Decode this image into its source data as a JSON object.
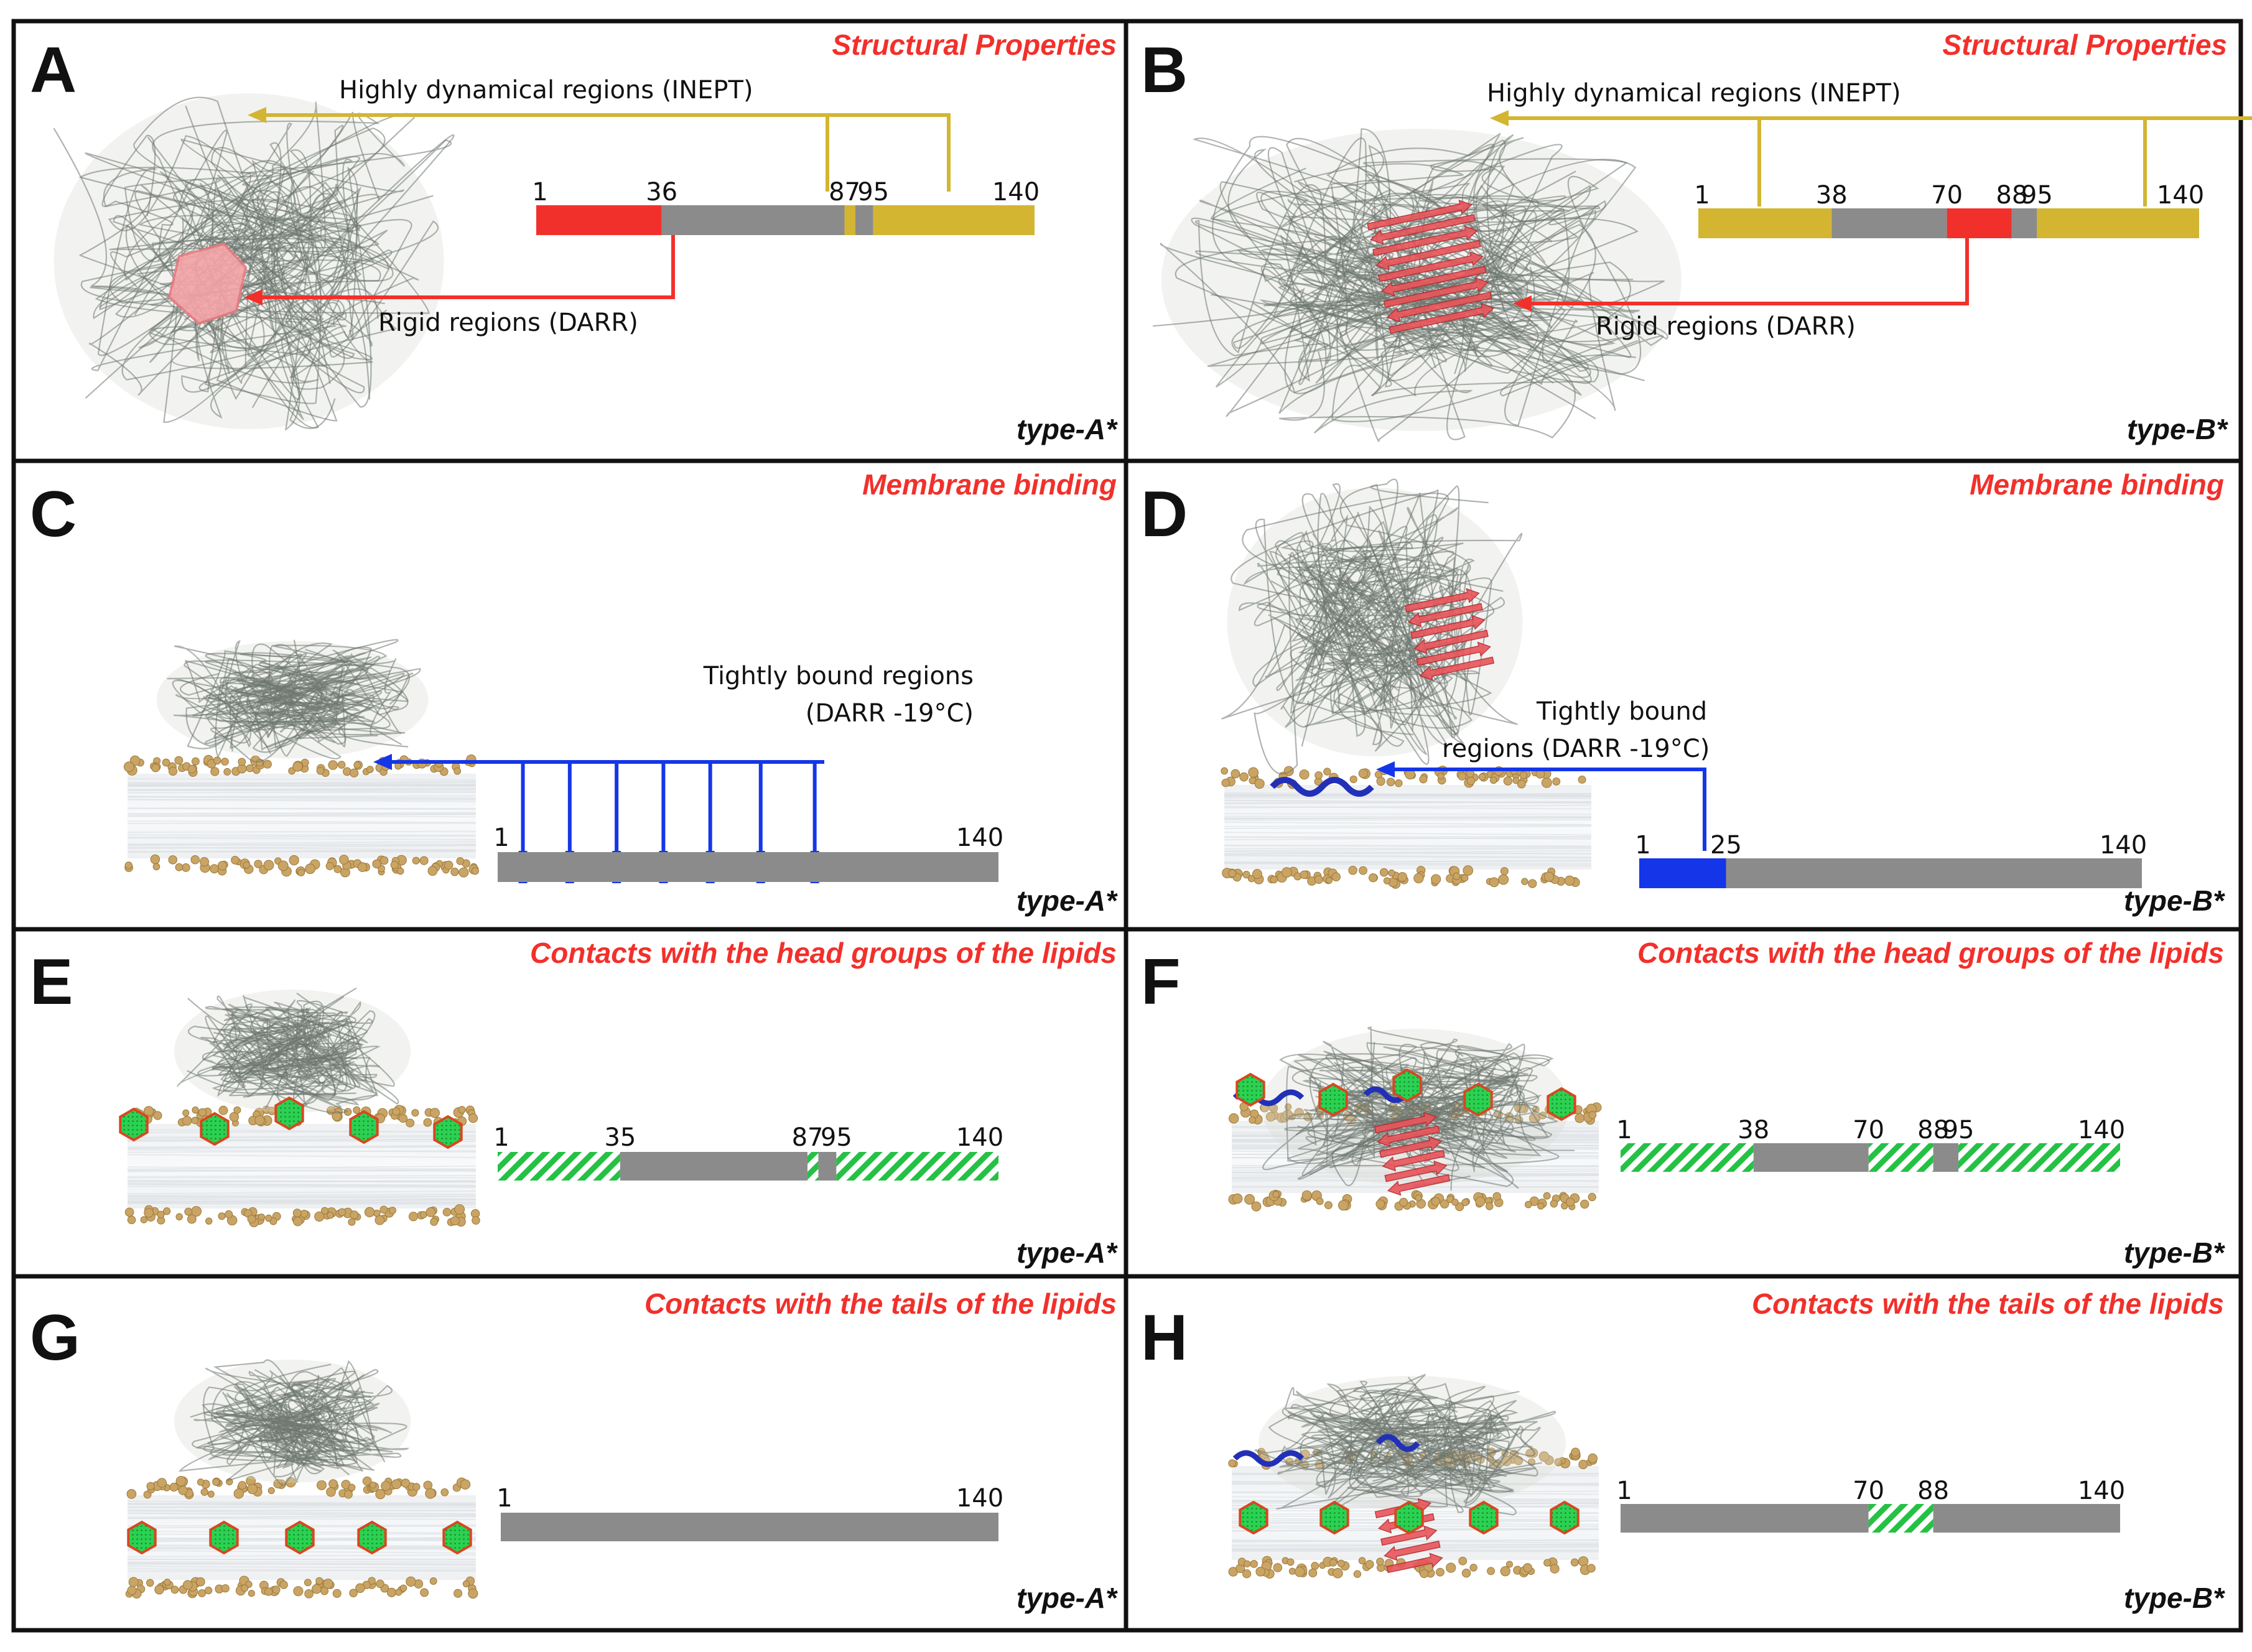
{
  "colors": {
    "rigid": "#f2302b",
    "dynamic": "#d3b531",
    "neutral": "#8b8b8b",
    "bound": "#1536e8",
    "contact_green": "#25c145",
    "contact_hatch": "#ffffff",
    "hex_stroke": "#d8471f",
    "lipid_bead": "#c9a464",
    "protein_gray": "#6e7670",
    "title_red": "#f2302b",
    "frame": "#111111"
  },
  "panels": {
    "A": {
      "label": "A",
      "title": "Structural Properties",
      "type": "type-A*",
      "ann_dynamic": "Highly dynamical regions (INEPT)",
      "ann_rigid": "Rigid regions (DARR)",
      "nums": [
        "1",
        "36",
        "87",
        "95",
        "140"
      ],
      "segments": [
        {
          "from": 1,
          "to": 36,
          "kind": "rigid"
        },
        {
          "from": 36,
          "to": 87,
          "kind": "neutral"
        },
        {
          "from": 87,
          "to": 90,
          "kind": "dynamic"
        },
        {
          "from": 90,
          "to": 95,
          "kind": "neutral"
        },
        {
          "from": 95,
          "to": 140,
          "kind": "dynamic"
        }
      ]
    },
    "B": {
      "label": "B",
      "title": "Structural Properties",
      "type": "type-B*",
      "ann_dynamic": "Highly dynamical regions (INEPT)",
      "ann_rigid": "Rigid regions (DARR)",
      "nums": [
        "1",
        "38",
        "70",
        "88",
        "95",
        "140"
      ],
      "segments": [
        {
          "from": 1,
          "to": 38,
          "kind": "dynamic"
        },
        {
          "from": 38,
          "to": 70,
          "kind": "neutral"
        },
        {
          "from": 70,
          "to": 88,
          "kind": "rigid"
        },
        {
          "from": 88,
          "to": 95,
          "kind": "neutral"
        },
        {
          "from": 95,
          "to": 140,
          "kind": "dynamic"
        }
      ]
    },
    "C": {
      "label": "C",
      "title": "Membrane binding",
      "type": "type-A*",
      "ann_line1": "Tightly bound regions",
      "ann_line2": "(DARR -19°C)",
      "nums": [
        "1",
        "140"
      ],
      "segments": [
        {
          "from": 1,
          "to": 140,
          "kind": "neutral"
        }
      ],
      "bound_sites": [
        8,
        21,
        34,
        47,
        60,
        74,
        89
      ]
    },
    "D": {
      "label": "D",
      "title": "Membrane binding",
      "type": "type-B*",
      "ann_line1": "Tightly bound",
      "ann_line2": "regions (DARR -19°C)",
      "nums": [
        "1",
        "25",
        "140"
      ],
      "segments": [
        {
          "from": 1,
          "to": 25,
          "kind": "bound"
        },
        {
          "from": 25,
          "to": 140,
          "kind": "neutral"
        }
      ]
    },
    "E": {
      "label": "E",
      "title": "Contacts with the head groups of the lipids",
      "type": "type-A*",
      "nums": [
        "1",
        "35",
        "87",
        "95",
        "140"
      ],
      "segments": [
        {
          "from": 1,
          "to": 35,
          "kind": "hatch"
        },
        {
          "from": 35,
          "to": 87,
          "kind": "neutral"
        },
        {
          "from": 87,
          "to": 90,
          "kind": "hatch"
        },
        {
          "from": 90,
          "to": 95,
          "kind": "neutral"
        },
        {
          "from": 95,
          "to": 140,
          "kind": "hatch"
        }
      ]
    },
    "F": {
      "label": "F",
      "title": "Contacts with the head groups of the lipids",
      "type": "type-B*",
      "nums": [
        "1",
        "38",
        "70",
        "88",
        "95",
        "140"
      ],
      "segments": [
        {
          "from": 1,
          "to": 38,
          "kind": "hatch"
        },
        {
          "from": 38,
          "to": 70,
          "kind": "neutral"
        },
        {
          "from": 70,
          "to": 88,
          "kind": "hatch"
        },
        {
          "from": 88,
          "to": 95,
          "kind": "neutral"
        },
        {
          "from": 95,
          "to": 140,
          "kind": "hatch"
        }
      ]
    },
    "G": {
      "label": "G",
      "title": "Contacts with the tails of the lipids",
      "type": "type-A*",
      "nums": [
        "1",
        "140"
      ],
      "segments": [
        {
          "from": 1,
          "to": 140,
          "kind": "neutral"
        }
      ]
    },
    "H": {
      "label": "H",
      "title": "Contacts with the tails of the lipids",
      "type": "type-B*",
      "nums": [
        "1",
        "70",
        "88",
        "140"
      ],
      "segments": [
        {
          "from": 1,
          "to": 70,
          "kind": "neutral"
        },
        {
          "from": 70,
          "to": 88,
          "kind": "hatch"
        },
        {
          "from": 88,
          "to": 140,
          "kind": "neutral"
        }
      ]
    }
  }
}
